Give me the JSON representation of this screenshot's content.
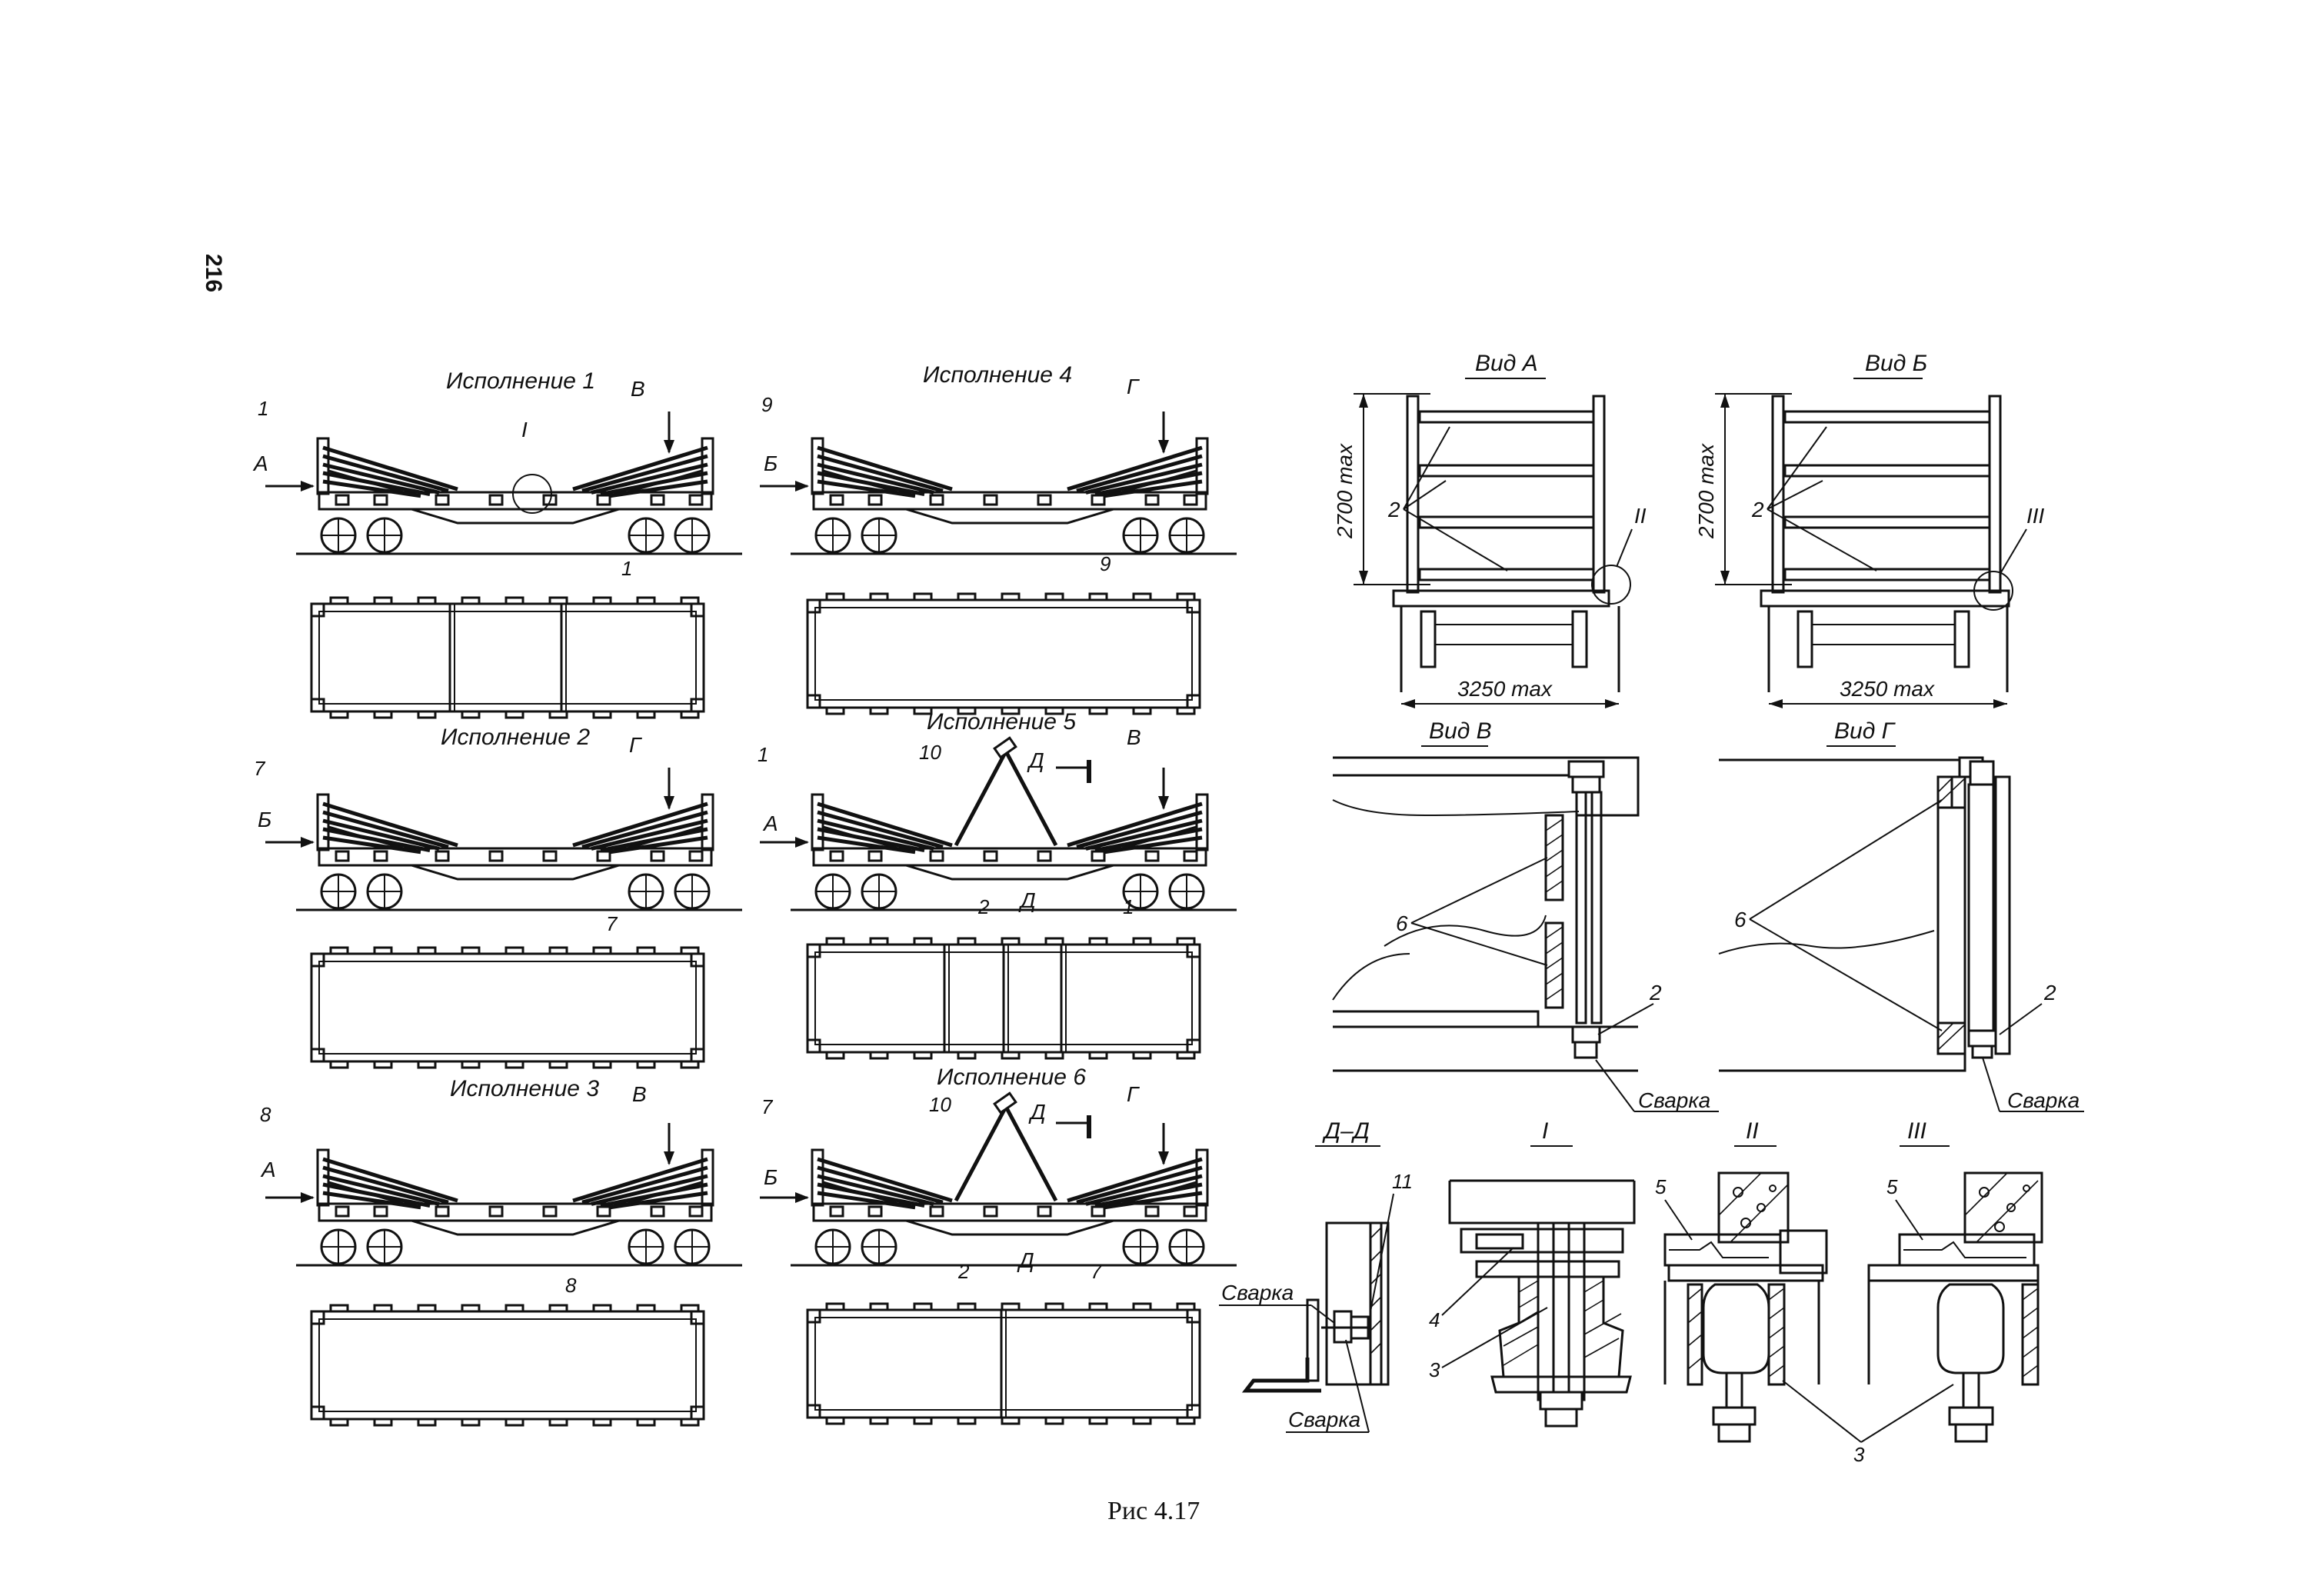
{
  "page_number": "216",
  "figure_caption": "Рис 4.17",
  "variants": [
    {
      "title": "Исполнение 1",
      "left_part": "1",
      "plan_part": "1",
      "side_arrow": "А",
      "top_arrow": "В",
      "node": "I"
    },
    {
      "title": "Исполнение 2",
      "left_part": "7",
      "plan_part": "7",
      "side_arrow": "Б",
      "top_arrow": "Г"
    },
    {
      "title": "Исполнение 3",
      "left_part": "8",
      "plan_part": "8",
      "side_arrow": "А",
      "top_arrow": "В"
    },
    {
      "title": "Исполнение 4",
      "left_part": "9",
      "plan_part": "9",
      "side_arrow": "Б",
      "top_arrow": "Г"
    },
    {
      "title": "Исполнение 5",
      "left_part": "1",
      "plan_parts": [
        "2",
        "1"
      ],
      "side_arrow": "А",
      "top_arrow": "В",
      "strut": "10",
      "section": "Д"
    },
    {
      "title": "Исполнение 6",
      "left_part": "7",
      "plan_parts": [
        "2",
        "7"
      ],
      "side_arrow": "Б",
      "top_arrow": "Г",
      "strut": "10",
      "section": "Д"
    }
  ],
  "views": {
    "view_a": {
      "title": "Вид А",
      "height_dim": "2700 max",
      "width_dim": "3250 max",
      "part": "2",
      "node": "II"
    },
    "view_b": {
      "title": "Вид Б",
      "height_dim": "2700 max",
      "width_dim": "3250 max",
      "part": "2",
      "node": "III"
    },
    "view_v": {
      "title": "Вид В",
      "parts": [
        "6",
        "2"
      ],
      "weld": "Сварка"
    },
    "view_g": {
      "title": "Вид Г",
      "parts": [
        "6",
        "2"
      ],
      "weld": "Сварка"
    }
  },
  "details": {
    "dd": {
      "title": "Д–Д",
      "part": "11",
      "weld_top": "Сварка",
      "weld_bottom": "Сварка"
    },
    "node_1": {
      "title": "I",
      "parts": [
        "4",
        "3"
      ]
    },
    "node_2": {
      "title": "II",
      "parts": [
        "5",
        "3"
      ]
    },
    "node_3": {
      "title": "III",
      "parts": [
        "5",
        "3"
      ]
    }
  }
}
